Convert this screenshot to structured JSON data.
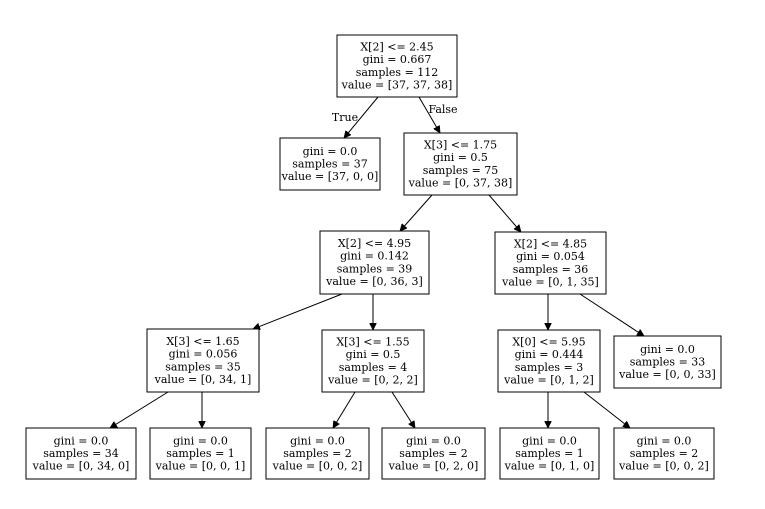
{
  "tree": {
    "nodes": [
      {
        "id": "n0",
        "lines": [
          "X[2] <= 2.45",
          "gini = 0.667",
          "samples = 112",
          "value = [37, 37, 38]"
        ]
      },
      {
        "id": "n1",
        "lines": [
          "gini = 0.0",
          "samples = 37",
          "value = [37, 0, 0]"
        ]
      },
      {
        "id": "n2",
        "lines": [
          "X[3] <= 1.75",
          "gini = 0.5",
          "samples = 75",
          "value = [0, 37, 38]"
        ]
      },
      {
        "id": "n3",
        "lines": [
          "X[2] <= 4.95",
          "gini = 0.142",
          "samples = 39",
          "value = [0, 36, 3]"
        ]
      },
      {
        "id": "n4",
        "lines": [
          "X[2] <= 4.85",
          "gini = 0.054",
          "samples = 36",
          "value = [0, 1, 35]"
        ]
      },
      {
        "id": "n5",
        "lines": [
          "X[3] <= 1.65",
          "gini = 0.056",
          "samples = 35",
          "value = [0, 34, 1]"
        ]
      },
      {
        "id": "n6",
        "lines": [
          "X[3] <= 1.55",
          "gini = 0.5",
          "samples = 4",
          "value = [0, 2, 2]"
        ]
      },
      {
        "id": "n7",
        "lines": [
          "X[0] <= 5.95",
          "gini = 0.444",
          "samples = 3",
          "value = [0, 1, 2]"
        ]
      },
      {
        "id": "n8",
        "lines": [
          "gini = 0.0",
          "samples = 33",
          "value = [0, 0, 33]"
        ]
      },
      {
        "id": "n9",
        "lines": [
          "gini = 0.0",
          "samples = 34",
          "value = [0, 34, 0]"
        ]
      },
      {
        "id": "n10",
        "lines": [
          "gini = 0.0",
          "samples = 1",
          "value = [0, 0, 1]"
        ]
      },
      {
        "id": "n11",
        "lines": [
          "gini = 0.0",
          "samples = 2",
          "value = [0, 0, 2]"
        ]
      },
      {
        "id": "n12",
        "lines": [
          "gini = 0.0",
          "samples = 2",
          "value = [0, 2, 0]"
        ]
      },
      {
        "id": "n13",
        "lines": [
          "gini = 0.0",
          "samples = 1",
          "value = [0, 1, 0]"
        ]
      },
      {
        "id": "n14",
        "lines": [
          "gini = 0.0",
          "samples = 2",
          "value = [0, 0, 2]"
        ]
      }
    ],
    "edges": [
      {
        "from": "n0",
        "to": "n1",
        "label": "True"
      },
      {
        "from": "n0",
        "to": "n2",
        "label": "False"
      },
      {
        "from": "n2",
        "to": "n3",
        "label": ""
      },
      {
        "from": "n2",
        "to": "n4",
        "label": ""
      },
      {
        "from": "n3",
        "to": "n5",
        "label": ""
      },
      {
        "from": "n3",
        "to": "n6",
        "label": ""
      },
      {
        "from": "n4",
        "to": "n7",
        "label": ""
      },
      {
        "from": "n4",
        "to": "n8",
        "label": ""
      },
      {
        "from": "n5",
        "to": "n9",
        "label": ""
      },
      {
        "from": "n5",
        "to": "n10",
        "label": ""
      },
      {
        "from": "n6",
        "to": "n11",
        "label": ""
      },
      {
        "from": "n6",
        "to": "n12",
        "label": ""
      },
      {
        "from": "n7",
        "to": "n13",
        "label": ""
      },
      {
        "from": "n7",
        "to": "n14",
        "label": ""
      }
    ]
  }
}
